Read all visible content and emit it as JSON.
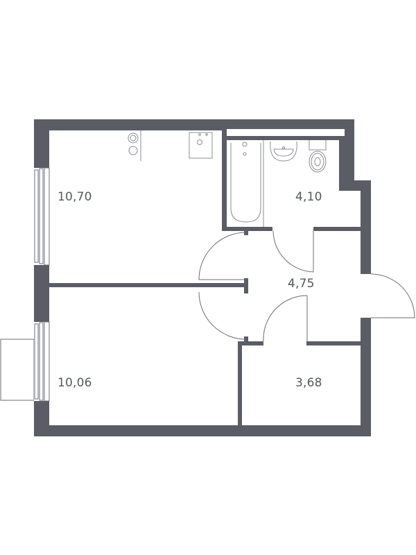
{
  "plan": {
    "wall_color": "#5a5d66",
    "rooms": [
      {
        "id": "kitchen",
        "area": "10,70"
      },
      {
        "id": "bathroom",
        "area": "4,10"
      },
      {
        "id": "hallway",
        "area": "4,75"
      },
      {
        "id": "bedroom",
        "area": "10,06"
      },
      {
        "id": "storage",
        "area": "3,68"
      }
    ]
  }
}
